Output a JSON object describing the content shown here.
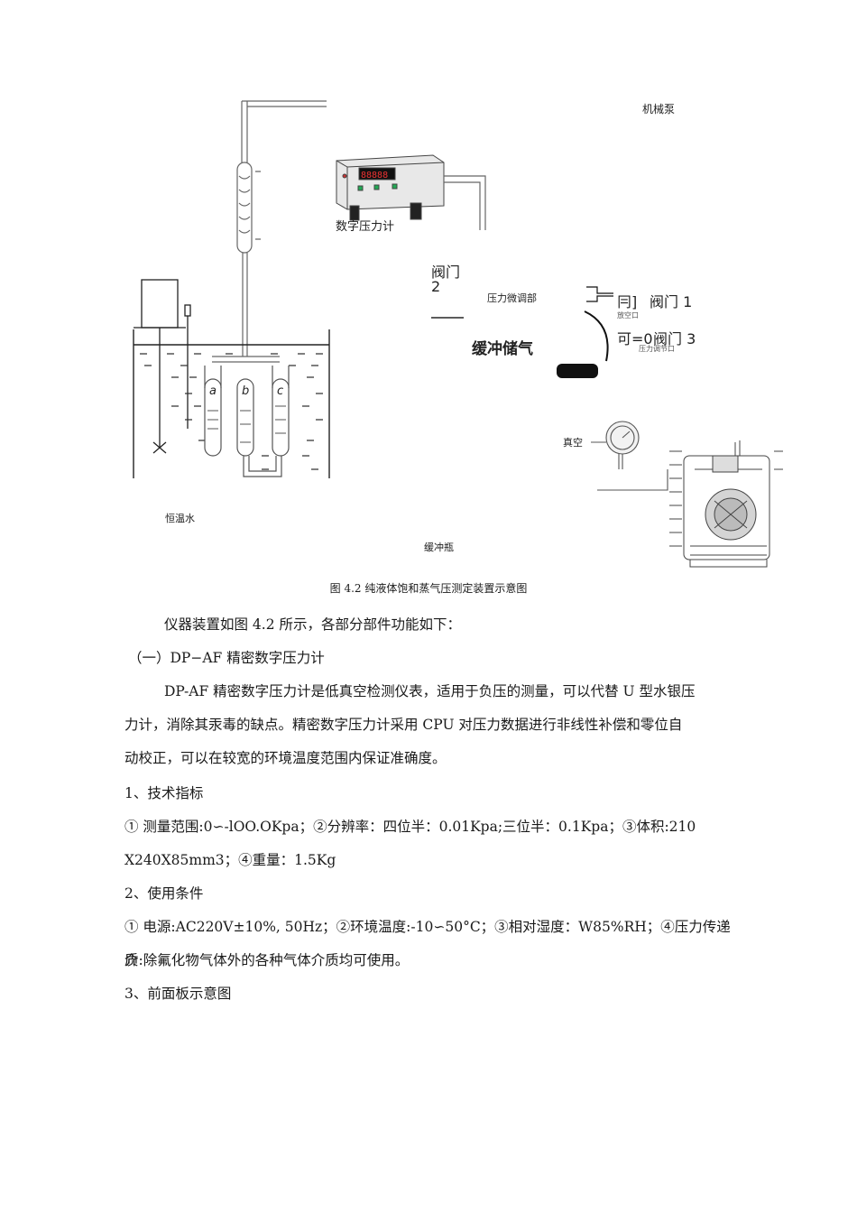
{
  "figure": {
    "labels": {
      "pump": "机械泵",
      "meter": "数字压力计",
      "valve2_line1": "阀门",
      "valve2_line2": "2",
      "micro_adjust": "压力微调部",
      "valve1": "阀门 1",
      "valve1_prefix": "冃]",
      "vent": "放空口",
      "valve3_prefix": "可=0",
      "valve3": "阀门 3",
      "adjust_port": "压力调节口",
      "buffer_gas": "缓冲储气",
      "vacuum": "真空",
      "thermostat": "恒温水",
      "buffer_bottle": "缓冲瓶",
      "tube_a": "a",
      "tube_b": "b",
      "tube_c": "c",
      "meter_display": "88888"
    },
    "caption": "图 4.2 纯液体饱和蒸气压测定装置示意图"
  },
  "text": {
    "p1": "仪器装置如图 4.2 所示，各部分部件功能如下：",
    "h1": "（一）DP−AF 精密数字压力计",
    "p2_line1": "DP-AF 精密数字压力计是低真空检测仪表，适用于负压的测量，可以代替 U 型水银压",
    "p2_line2": "力计，消除其汞毒的缺点。精密数字压力计采用 CPU 对压力数据进行非线性补偿和零位自",
    "p2_line3": "动校正，可以在较宽的环境温度范围内保证准确度。",
    "s1": "1、技术指标",
    "s1_line1": "① 测量范围:0∽-lOO.OKpa；②分辨率：四位半：0.01Kpa;三位半：0.1Kpa；③体积:210",
    "s1_line2": "X240X85mm3；④重量：1.5Kg",
    "s2": "2、使用条件",
    "s2_line1": "① 电源:AC220V±10%, 50Hz；②环境温度:-10∽50°C；③相对湿度：W85%RH；④压力传递介",
    "s2_line2": "质:除氟化物气体外的各种气体介质均可使用。",
    "s3": "3、前面板示意图"
  }
}
